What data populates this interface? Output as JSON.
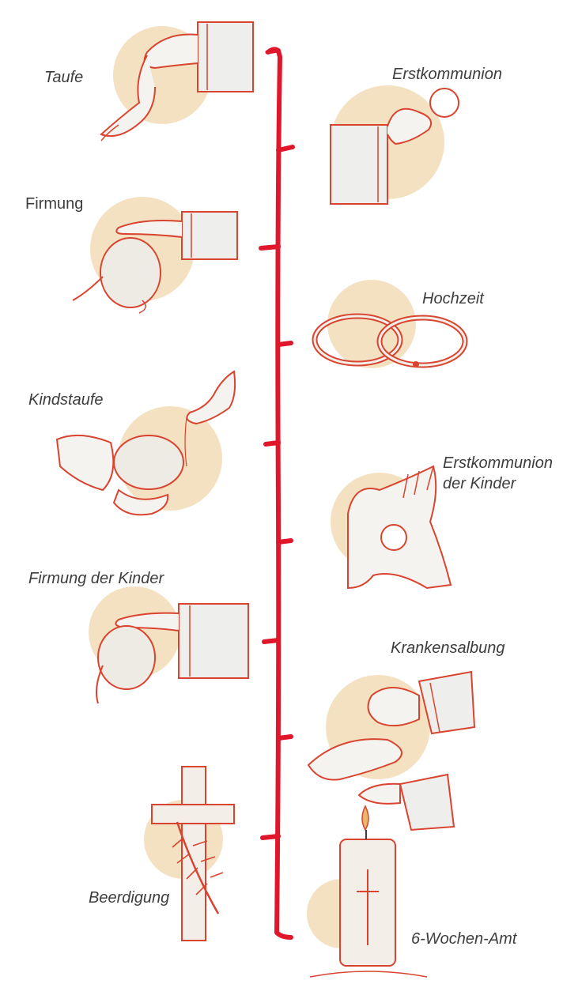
{
  "timeline": {
    "accent_color": "#e0162b",
    "wash_color": "#e9c98f",
    "line_color": "#d8442f",
    "items": [
      {
        "label": "Taufe",
        "icon": "baptism-hand-icon",
        "italic": true
      },
      {
        "label": "Erstkommunion",
        "icon": "host-offering-hand-icon",
        "italic": true
      },
      {
        "label": "Firmung",
        "icon": "confirmation-blessing-icon",
        "italic": false
      },
      {
        "label": "Hochzeit",
        "icon": "wedding-rings-icon",
        "italic": true
      },
      {
        "label": "Kindstaufe",
        "icon": "infant-baptism-icon",
        "italic": true
      },
      {
        "label": "Erstkommunion der Kinder",
        "line1": "Erstkommunion",
        "line2": "der Kinder",
        "icon": "receiving-host-hands-icon",
        "italic": true
      },
      {
        "label": "Firmung der Kinder",
        "icon": "children-confirmation-icon",
        "italic": true
      },
      {
        "label": "Krankensalbung",
        "icon": "anointing-hands-icon",
        "italic": true
      },
      {
        "label": "Beerdigung",
        "icon": "cross-palm-icon",
        "italic": true
      },
      {
        "label": "6-Wochen-Amt",
        "icon": "candle-icon",
        "italic": true
      }
    ]
  }
}
